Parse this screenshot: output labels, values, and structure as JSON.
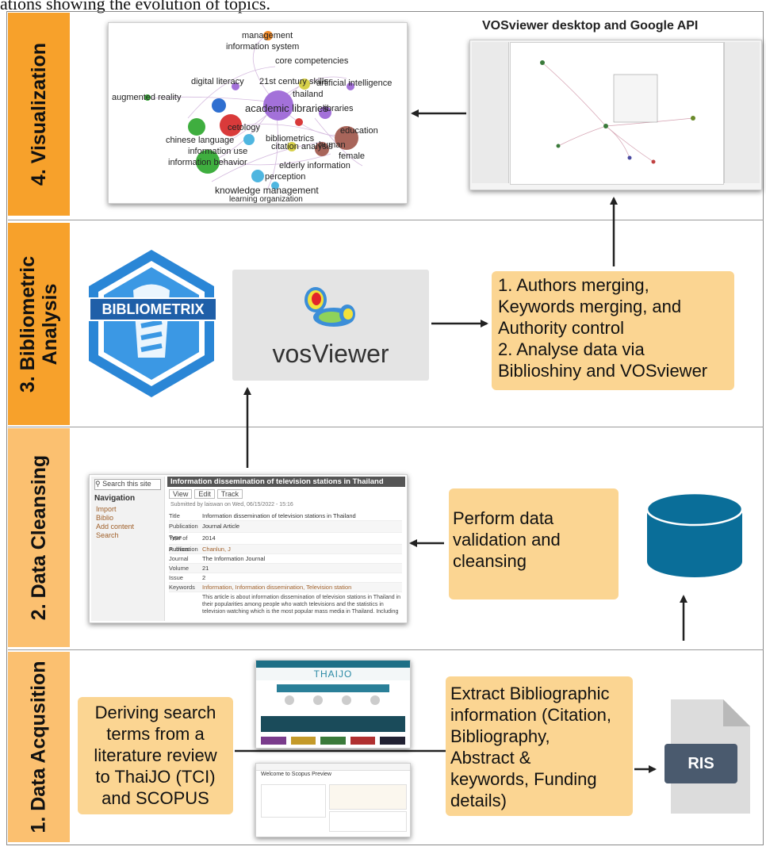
{
  "caption": "ations showing the evolution of topics.",
  "stages": [
    {
      "label": "4. Visualization"
    },
    {
      "label_line1": "3. Bibliometric",
      "label_line2": "Analysis"
    },
    {
      "label": "2. Data Cleansing"
    },
    {
      "label": "1.  Data Acqusition"
    }
  ],
  "visualization": {
    "vos_title": "VOSviewer desktop and Google API",
    "keywords": [
      "management",
      "information system",
      "core competencies",
      "digital literacy",
      "21st century skills",
      "artificial intelligence",
      "augmented reality",
      "thailand",
      "academic libraries",
      "libraries",
      "cetology",
      "education",
      "chinese language",
      "bibliometrics",
      "citation analysis",
      "human",
      "information use",
      "female",
      "information behavior",
      "elderly information",
      "perception",
      "knowledge management",
      "learning organization"
    ]
  },
  "analysis": {
    "bibliometrix_label": "BIBLIOMETRIX",
    "vosviewer_label": "vosViewer",
    "note_lines": [
      "1. Authors merging,",
      "Keywords merging, and",
      "Authority control",
      "2. Analyse data via",
      "Biblioshiny and VOSviewer"
    ]
  },
  "cleansing": {
    "note_lines": [
      "Perform data",
      "validation and",
      "cleansing"
    ],
    "record": {
      "header": "Information dissemination of television stations in Thailand",
      "search_placeholder": "Search this site",
      "nav_title": "Navigation",
      "nav_items": [
        "Import",
        "Biblio",
        "Add content",
        "Search"
      ],
      "tabs": [
        "View",
        "Edit",
        "Track"
      ],
      "submitted": "Submitted by laiswan on Wed, 06/15/2022 - 15:16",
      "fields": [
        {
          "k": "Title",
          "v": "Information dissemination of television stations in Thailand"
        },
        {
          "k": "Publication Type",
          "v": "Journal Article"
        },
        {
          "k": "Year of Publication",
          "v": "2014"
        },
        {
          "k": "Authors",
          "v": "Chanlun, J"
        },
        {
          "k": "Journal",
          "v": "The Information Journal"
        },
        {
          "k": "Volume",
          "v": "21"
        },
        {
          "k": "Issue",
          "v": "2"
        },
        {
          "k": "Keywords",
          "v": "Information, Information dissemination, Television station"
        }
      ],
      "abstract": "This article is about information dissemination of television stations in Thailand in their popularities among people who watch televisions and the statistics in television watching which is the most popular mass media in Thailand. Including the role of"
    }
  },
  "acquisition": {
    "left_note_lines": [
      "Deriving search",
      "terms from a",
      "literature review",
      "to ThaiJO (TCI)",
      "and SCOPUS"
    ],
    "right_note_lines": [
      "Extract Bibliographic",
      "information (Citation,",
      "Bibliography,",
      "Abstract &",
      "keywords, Funding",
      "details)"
    ],
    "thaijo_label": "THAIJO",
    "scopus_label": "Welcome to Scopus Preview",
    "ris_label": "RIS"
  },
  "colors": {
    "stage_orange": "#f7a12b",
    "note_fill": "#fbd592",
    "db_blue": "#0a6e99"
  }
}
